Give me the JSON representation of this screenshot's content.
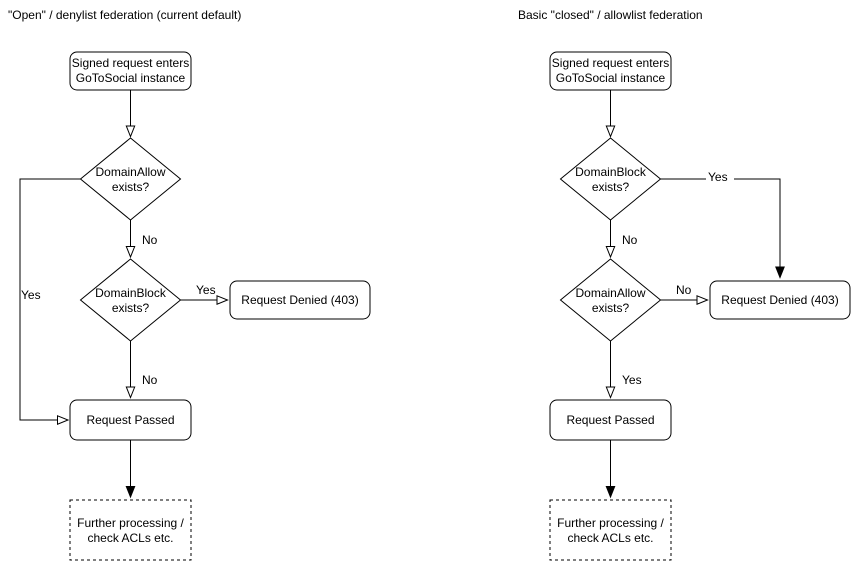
{
  "colors": {
    "stroke": "#000000",
    "node_fill": "#ffffff",
    "text": "#000000",
    "background": "#ffffff"
  },
  "charts": [
    {
      "title": "\"Open\" / denylist federation (current default)",
      "nodes": {
        "start_line1": "Signed request enters",
        "start_line2": "GoToSocial instance",
        "decision1_line1": "DomainAllow",
        "decision1_line2": "exists?",
        "decision2_line1": "DomainBlock",
        "decision2_line2": "exists?",
        "denied": "Request Denied (403)",
        "passed": "Request Passed",
        "further_line1": "Further processing /",
        "further_line2": "check ACLs etc."
      },
      "labels": {
        "decision1_yes": "Yes",
        "decision1_no": "No",
        "decision2_yes": "Yes",
        "decision2_no": "No"
      }
    },
    {
      "title": "Basic \"closed\" / allowlist federation",
      "nodes": {
        "start_line1": "Signed request enters",
        "start_line2": "GoToSocial instance",
        "decision1_line1": "DomainBlock",
        "decision1_line2": "exists?",
        "decision2_line1": "DomainAllow",
        "decision2_line2": "exists?",
        "denied": "Request Denied (403)",
        "passed": "Request Passed",
        "further_line1": "Further processing /",
        "further_line2": "check ACLs etc."
      },
      "labels": {
        "decision1_yes": "Yes",
        "decision1_no": "No",
        "decision2_no": "No",
        "decision2_yes": "Yes"
      }
    }
  ]
}
